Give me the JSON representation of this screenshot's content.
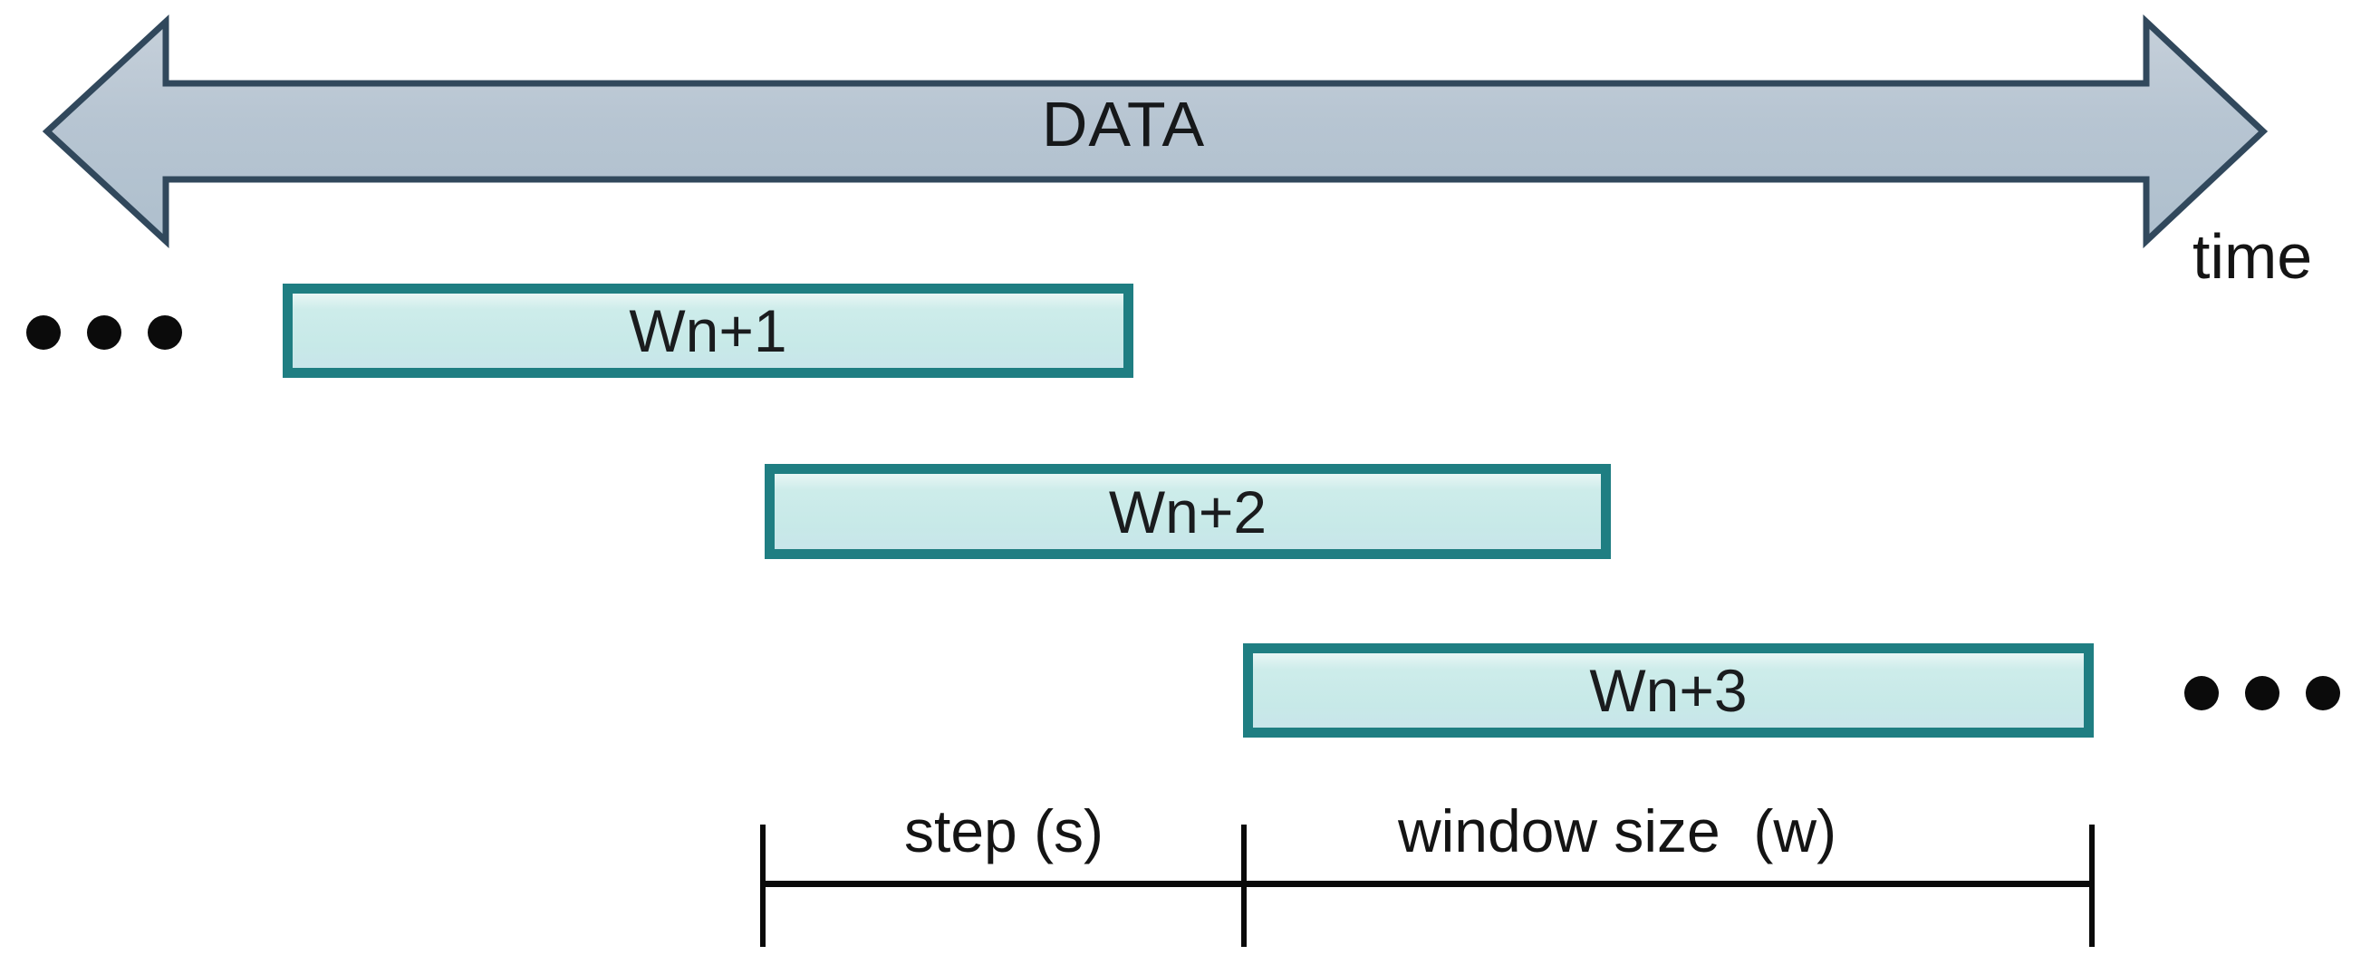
{
  "diagram": {
    "kind": "sliding-window-over-time",
    "background": "#ffffff",
    "data_arrow": {
      "label": "DATA",
      "fill_color": "#b7c5d2",
      "border_color": "#31485c",
      "direction": "double-headed-horizontal"
    },
    "time_axis": {
      "label": "time"
    },
    "ellipsis": {
      "left_dot_count": 3,
      "right_dot_count": 3,
      "dot_color": "#0b0b0b"
    },
    "windows": [
      {
        "label": "Wn+1"
      },
      {
        "label": "Wn+2"
      },
      {
        "label": "Wn+3"
      }
    ],
    "window_style": {
      "fill_color": "#c9eae9",
      "border_color": "#1f7e82"
    },
    "measure": {
      "step_label": "step (s)",
      "window_size_label": "window size  (w)",
      "line_color": "#0a0a0a"
    },
    "text_color": "#141414"
  }
}
